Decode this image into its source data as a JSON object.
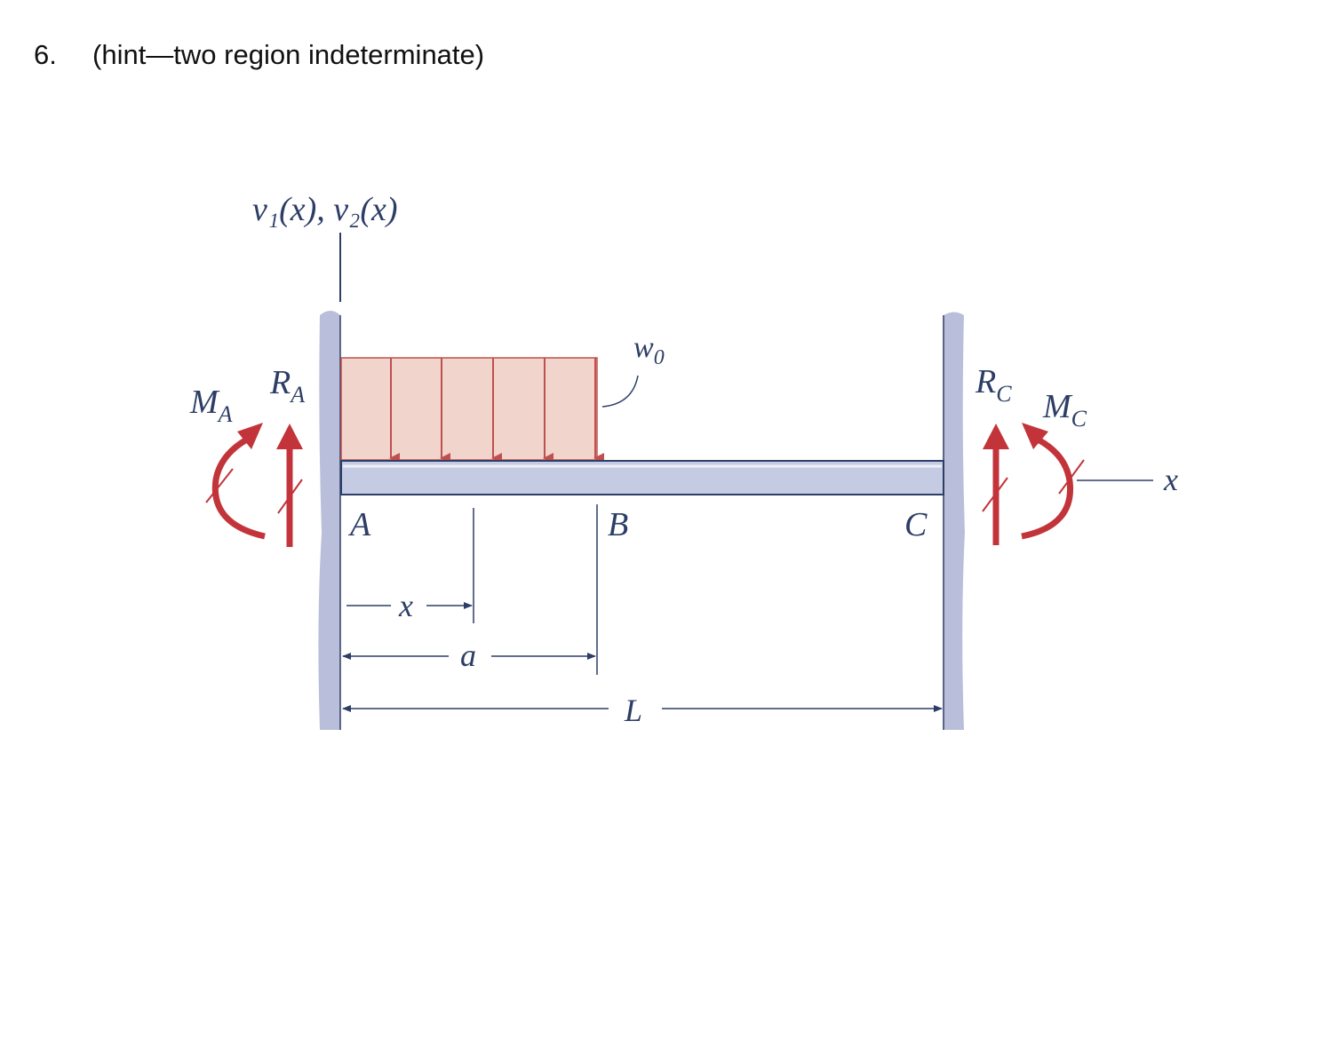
{
  "problem": {
    "number": "6.",
    "hint": "(hint—two region indeterminate)"
  },
  "diagram": {
    "deflection_label": "v₁(x), v₂(x)",
    "load_label": "w",
    "load_sub": "0",
    "MA": "M",
    "MA_sub": "A",
    "RA": "R",
    "RA_sub": "A",
    "RC": "R",
    "RC_sub": "C",
    "MC": "M",
    "MC_sub": "C",
    "point_A": "A",
    "point_B": "B",
    "point_C": "C",
    "dim_x": "x",
    "dim_a": "a",
    "dim_L": "L",
    "axis_x": "x",
    "colors": {
      "beam": "#c5cbe2",
      "wall": "#b9bfdb",
      "load_fill": "#f1d4cc",
      "load_arrow": "#c0504d",
      "reaction": "#c2343a",
      "line": "#2d3e66"
    }
  }
}
